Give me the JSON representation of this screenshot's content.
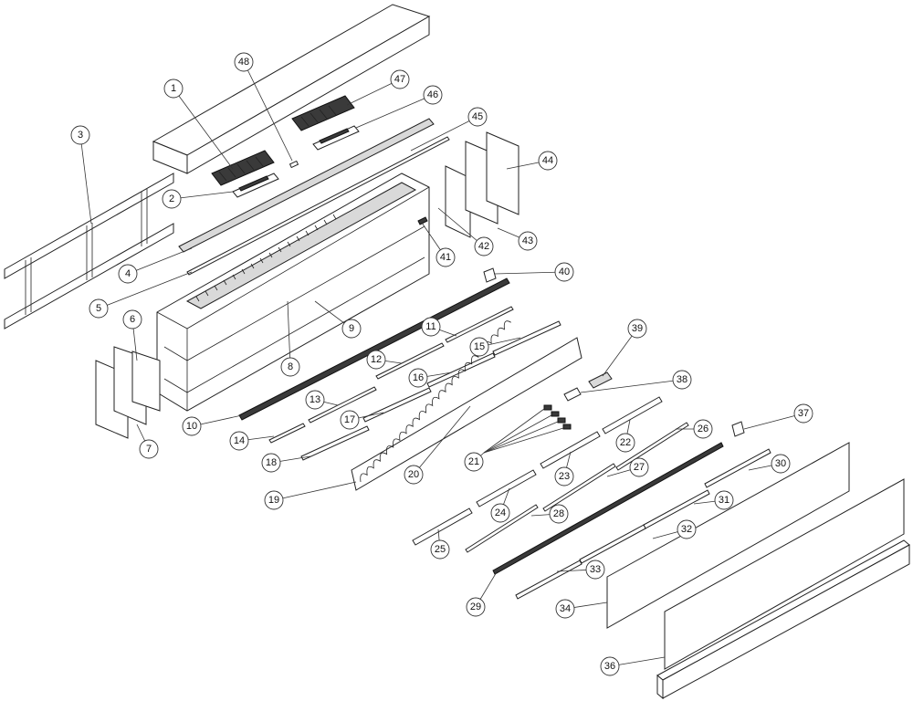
{
  "callouts": [
    {
      "label": "1"
    },
    {
      "label": "2"
    },
    {
      "label": "3"
    },
    {
      "label": "4"
    },
    {
      "label": "5"
    },
    {
      "label": "6"
    },
    {
      "label": "7"
    },
    {
      "label": "8"
    },
    {
      "label": "9"
    },
    {
      "label": "10"
    },
    {
      "label": "11"
    },
    {
      "label": "12"
    },
    {
      "label": "13"
    },
    {
      "label": "14"
    },
    {
      "label": "15"
    },
    {
      "label": "16"
    },
    {
      "label": "17"
    },
    {
      "label": "18"
    },
    {
      "label": "19"
    },
    {
      "label": "20"
    },
    {
      "label": "21"
    },
    {
      "label": "22"
    },
    {
      "label": "23"
    },
    {
      "label": "24"
    },
    {
      "label": "25"
    },
    {
      "label": "26"
    },
    {
      "label": "27"
    },
    {
      "label": "28"
    },
    {
      "label": "29"
    },
    {
      "label": "30"
    },
    {
      "label": "31"
    },
    {
      "label": "32"
    },
    {
      "label": "33"
    },
    {
      "label": "34"
    },
    {
      "label": "36"
    },
    {
      "label": "37"
    },
    {
      "label": "38"
    },
    {
      "label": "39"
    },
    {
      "label": "40"
    },
    {
      "label": "41"
    },
    {
      "label": "42"
    },
    {
      "label": "43"
    },
    {
      "label": "44"
    },
    {
      "label": "45"
    },
    {
      "label": "46"
    },
    {
      "label": "47"
    },
    {
      "label": "48"
    }
  ]
}
